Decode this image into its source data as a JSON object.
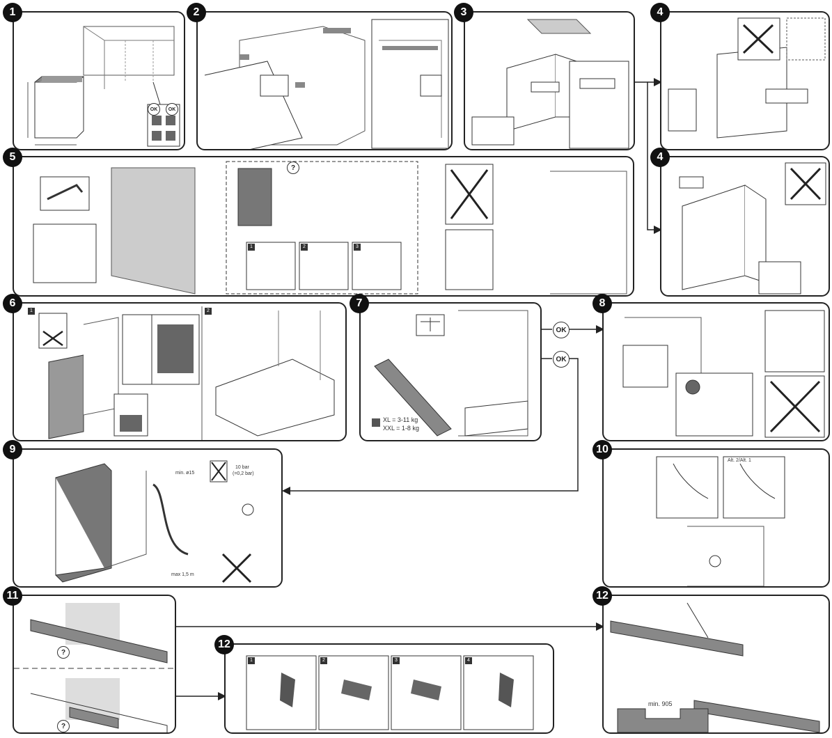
{
  "steps": {
    "s1": "1",
    "s2": "2",
    "s3": "3",
    "s4a": "4",
    "s4b": "4",
    "s5": "5",
    "s6": "6",
    "s7": "7",
    "s8": "8",
    "s9": "9",
    "s10": "10",
    "s11": "11",
    "s12a": "12",
    "s12b": "12"
  },
  "labels": {
    "ok": "OK",
    "weight_xl": "XL = 3-11 kg",
    "weight_xxl": "XXL = 1-8 kg",
    "hose_min": "min. ø15",
    "pressure": "10 bar",
    "pressure_alt": "(=0,2 bar)",
    "hose_max": "max 1,5 m",
    "alt": "Alt. 2/Alt. 1",
    "min_905": "min. 905",
    "question": "?"
  },
  "subpanels": {
    "p5": [
      "1",
      "2",
      "3"
    ],
    "p6": [
      "1",
      "2"
    ],
    "p12": [
      "1",
      "2",
      "3",
      "4"
    ]
  }
}
